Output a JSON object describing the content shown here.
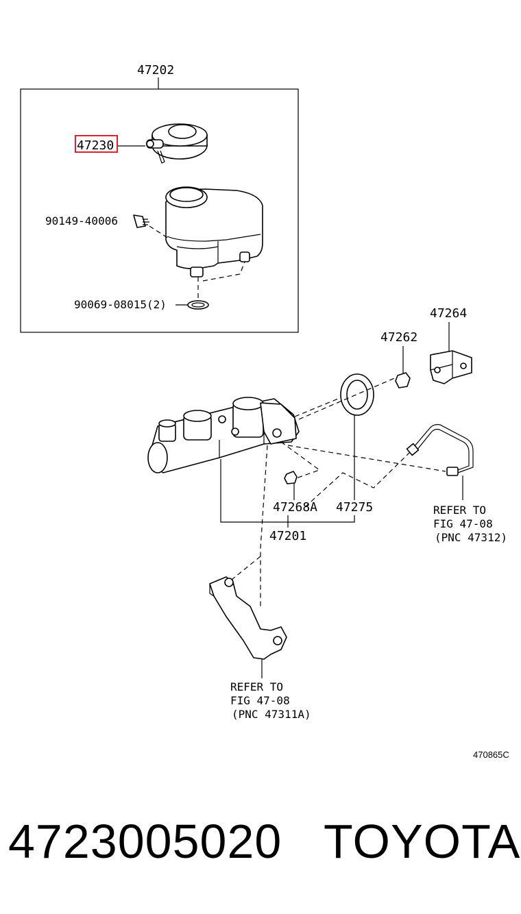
{
  "diagram": {
    "labels": {
      "p47202": "47202",
      "p47230": "47230",
      "p90149": "90149-40006",
      "p90069": "90069-08015(2)",
      "p47264": "47264",
      "p47262": "47262",
      "p47268A": "47268A",
      "p47275": "47275",
      "p47201": "47201"
    },
    "refer_right": [
      "REFER TO",
      "FIG 47-08",
      "(PNC 47312)"
    ],
    "refer_bottom": [
      "REFER TO",
      "FIG 47-08",
      "(PNC 47311A)"
    ],
    "figure_code": "470865C",
    "highlight_color": "#e0202a"
  },
  "footer": {
    "part_number": "4723005020",
    "brand": "TOYOTA"
  }
}
